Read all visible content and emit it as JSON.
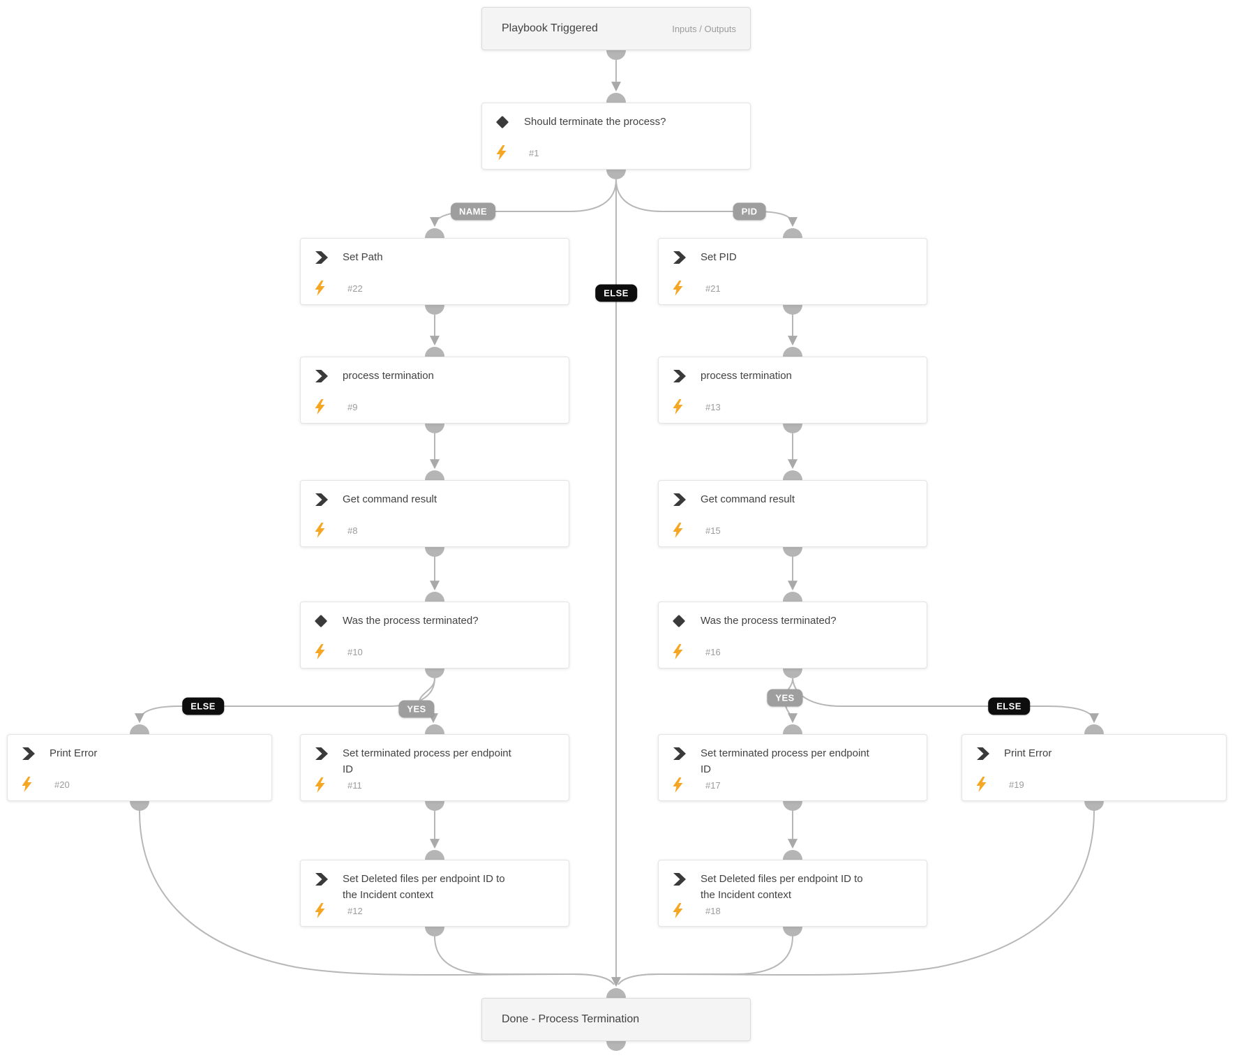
{
  "diagram": {
    "start": {
      "title": "Playbook Triggered",
      "link": "Inputs / Outputs"
    },
    "end": {
      "title": "Done - Process Termination"
    },
    "nodes": {
      "cond_terminate": {
        "title": "Should terminate the process?",
        "number": "#1"
      },
      "set_path": {
        "title": "Set Path",
        "number": "#22"
      },
      "set_pid": {
        "title": "Set PID",
        "number": "#21"
      },
      "proc_term_left": {
        "title": "process termination",
        "number": "#9"
      },
      "proc_term_right": {
        "title": "process termination",
        "number": "#13"
      },
      "get_cmd_left": {
        "title": "Get command result",
        "number": "#8"
      },
      "get_cmd_right": {
        "title": "Get command result",
        "number": "#15"
      },
      "was_term_left": {
        "title": "Was the process terminated?",
        "number": "#10"
      },
      "was_term_right": {
        "title": "Was the process terminated?",
        "number": "#16"
      },
      "print_error_left": {
        "title": "Print Error",
        "number": "#20"
      },
      "print_error_right": {
        "title": "Print Error",
        "number": "#19"
      },
      "set_term_left": {
        "title": "Set terminated process per endpoint ID",
        "number": "#11"
      },
      "set_term_right": {
        "title": "Set terminated process per endpoint ID",
        "number": "#17"
      },
      "set_deleted_left": {
        "title": "Set Deleted files per endpoint ID to the Incident context",
        "number": "#12"
      },
      "set_deleted_right": {
        "title": "Set Deleted files per endpoint ID to the Incident context",
        "number": "#18"
      }
    },
    "branch_labels": {
      "name": "NAME",
      "pid": "PID",
      "else_center": "ELSE",
      "yes_left": "YES",
      "else_left": "ELSE",
      "yes_right": "YES",
      "else_right": "ELSE"
    },
    "colors": {
      "connector": "#b7b7b7",
      "port": "#b5b5b5",
      "bolt": "#F5A623",
      "icon_dark": "#3a3a3a",
      "label_gray": "#9e9e9e",
      "label_black": "#0d0d0d"
    }
  }
}
